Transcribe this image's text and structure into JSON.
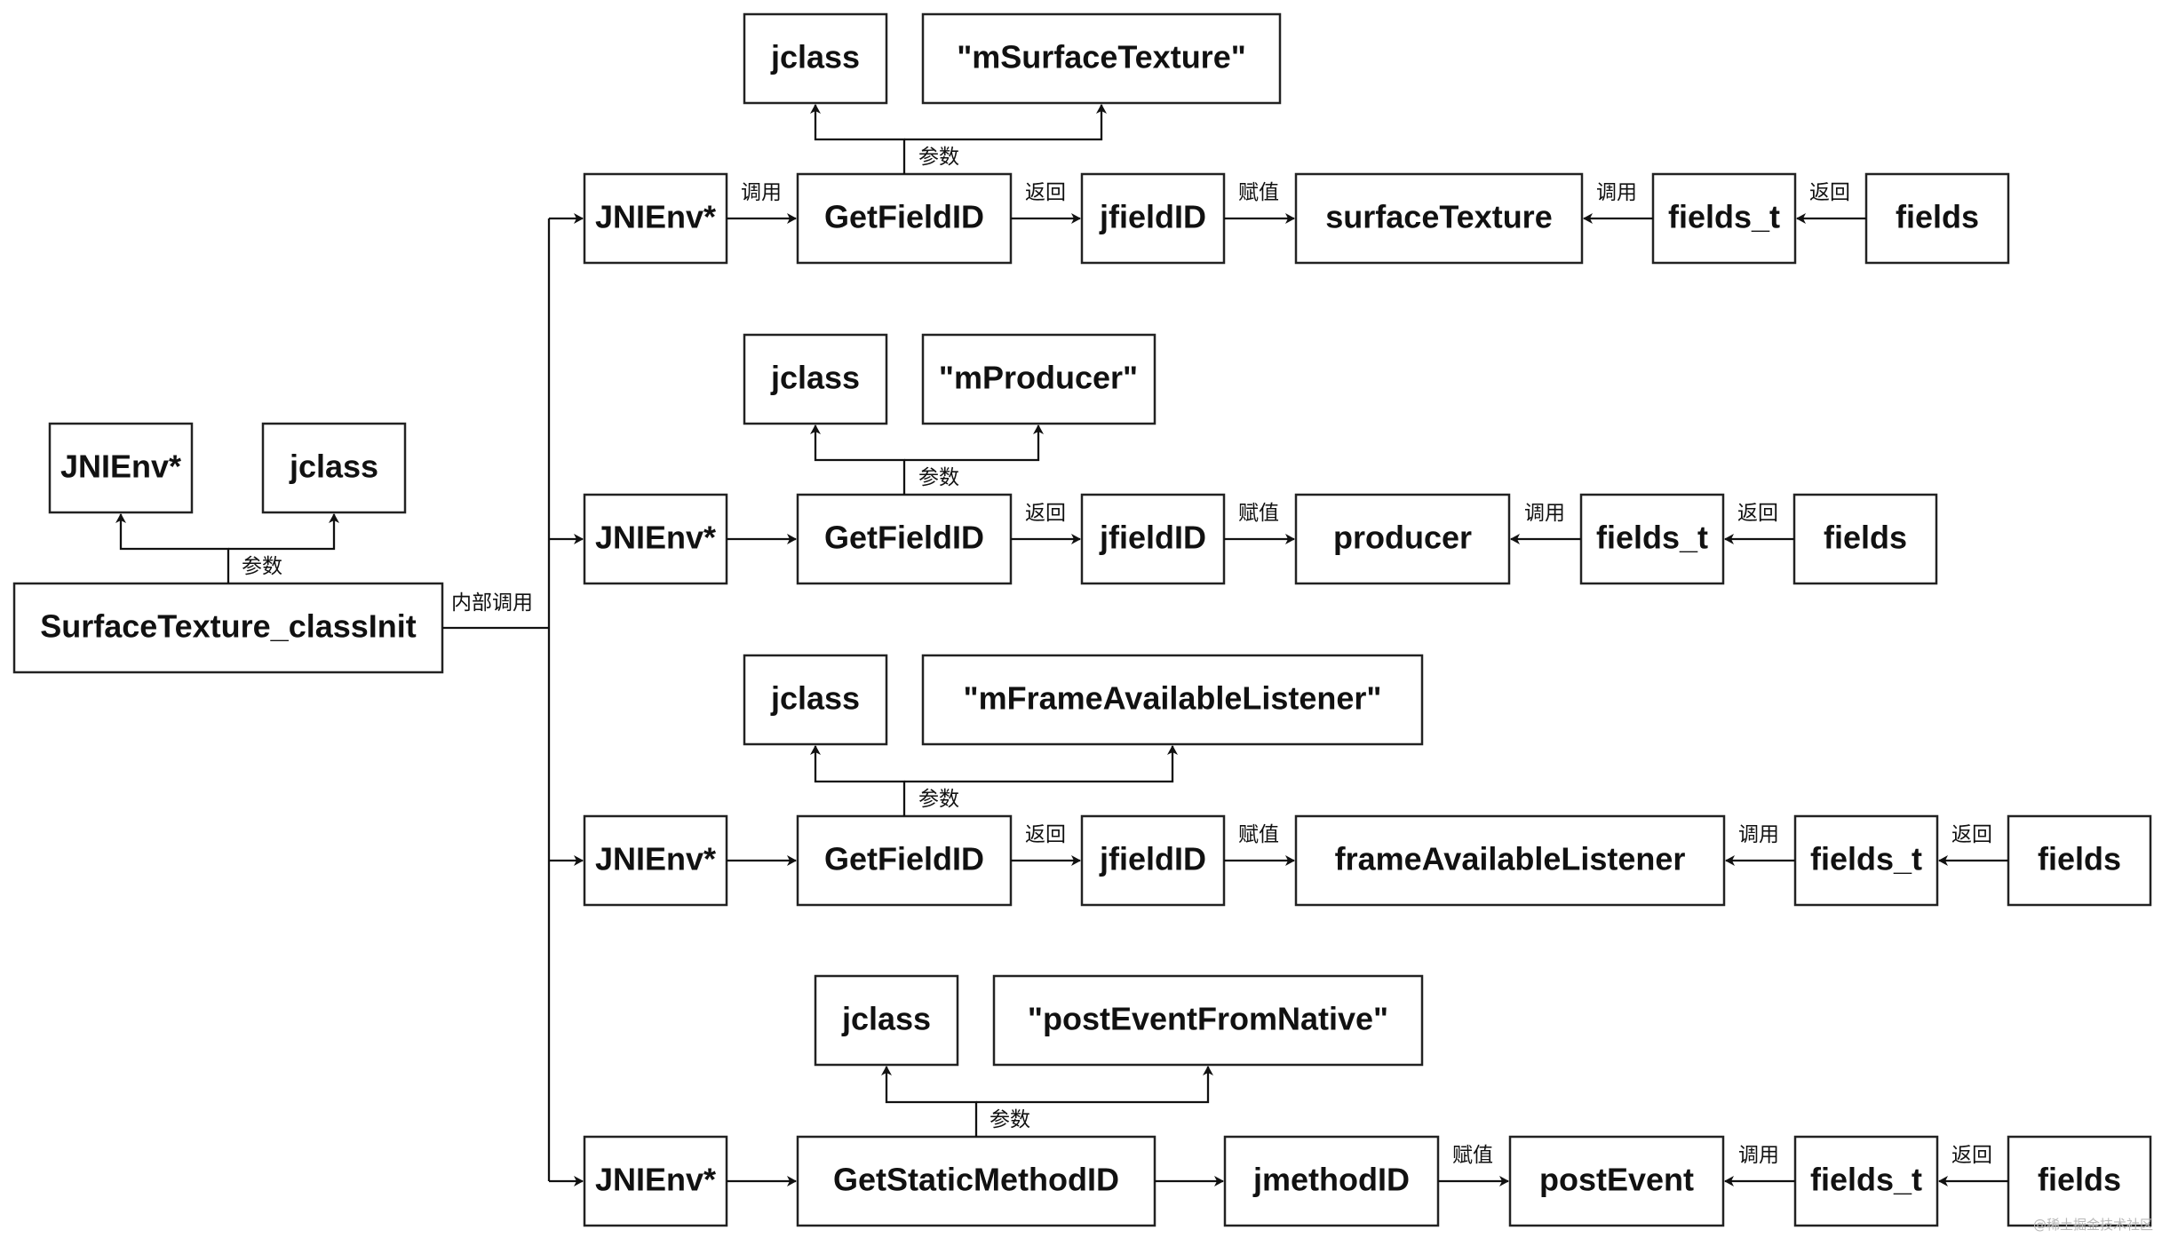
{
  "colors": {
    "stroke": "#222222",
    "text": "#111111",
    "background": "#ffffff"
  },
  "nodes": {
    "root_main": "SurfaceTexture_classInit",
    "root_p1": "JNIEnv*",
    "root_p2": "jclass",
    "r1_env": "JNIEnv*",
    "r1_func": "GetFieldID",
    "r1_p1": "jclass",
    "r1_p2": "\"mSurfaceTexture\"",
    "r1_ret": "jfieldID",
    "r1_target": "surfaceTexture",
    "r1_struct": "fields_t",
    "r1_var": "fields",
    "r2_env": "JNIEnv*",
    "r2_func": "GetFieldID",
    "r2_p1": "jclass",
    "r2_p2": "\"mProducer\"",
    "r2_ret": "jfieldID",
    "r2_target": "producer",
    "r2_struct": "fields_t",
    "r2_var": "fields",
    "r3_env": "JNIEnv*",
    "r3_func": "GetFieldID",
    "r3_p1": "jclass",
    "r3_p2": "\"mFrameAvailableListener\"",
    "r3_ret": "jfieldID",
    "r3_target": "frameAvailableListener",
    "r3_struct": "fields_t",
    "r3_var": "fields",
    "r4_env": "JNIEnv*",
    "r4_func": "GetStaticMethodID",
    "r4_p1": "jclass",
    "r4_p2": "\"postEventFromNative\"",
    "r4_ret": "jmethodID",
    "r4_target": "postEvent",
    "r4_struct": "fields_t",
    "r4_var": "fields"
  },
  "labels": {
    "root_param": "参数",
    "root_internal": "内部调用",
    "r1_param": "参数",
    "r1_call": "调用",
    "r1_return": "返回",
    "r1_assign": "赋值",
    "r1_call2": "调用",
    "r1_return2": "返回",
    "r2_param": "参数",
    "r2_return": "返回",
    "r2_assign": "赋值",
    "r2_call2": "调用",
    "r2_return2": "返回",
    "r3_param": "参数",
    "r3_return": "返回",
    "r3_assign": "赋值",
    "r3_call2": "调用",
    "r3_return2": "返回",
    "r4_param": "参数",
    "r4_assign": "赋值",
    "r4_call2": "调用",
    "r4_return2": "返回"
  },
  "watermark": "@稀土掘金技术社区"
}
